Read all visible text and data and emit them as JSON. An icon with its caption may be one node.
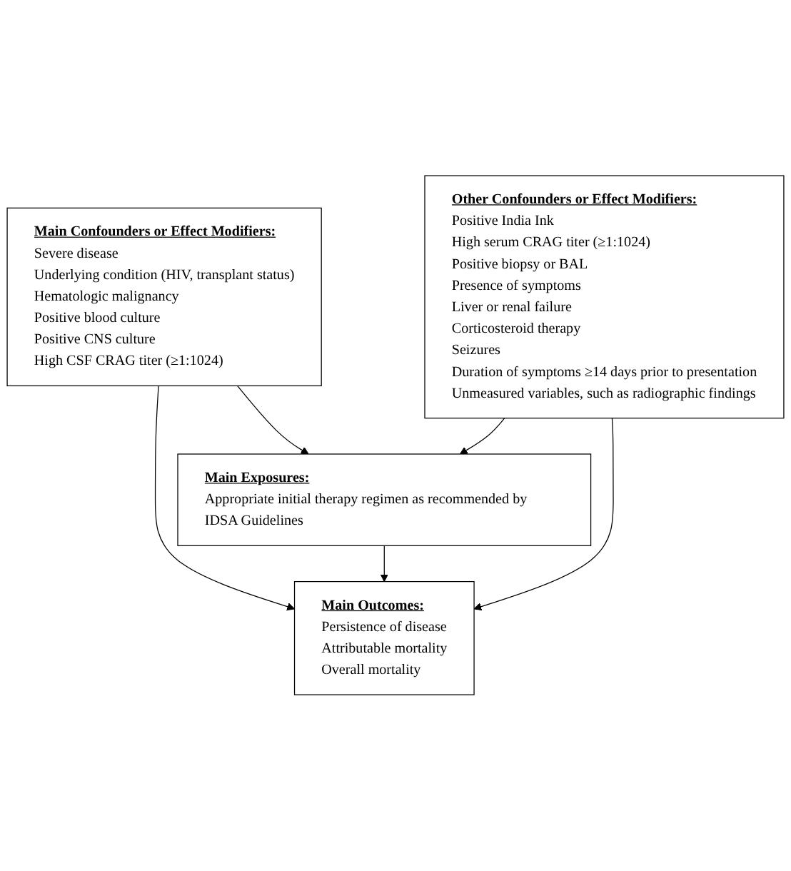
{
  "diagram": {
    "nodes": [
      {
        "text": [
          "Main Confounders or Effect Modifiers:",
          "Severe disease",
          "Underlying condition (HIV, transplant status)",
          "Hematologic malignancy",
          "Positive blood culture",
          "Positive CNS culture",
          "High CSF CRAG titer (≥1:1024)"
        ]
      },
      {
        "text": [
          "Main Exposures:",
          "Appropriate initial therapy regimen as recommended by IDSA Guidelines"
        ]
      },
      {
        "text": [
          "Main Outcomes:",
          "Persistence of disease",
          "Attributable mortality",
          "Overall mortality"
        ]
      },
      {
        "text": [
          "Other Confounders or Effect Modifiers:",
          "Positive India Ink",
          "High serum CRAG titer (≥1:1024)",
          "Positive biopsy or BAL",
          "Presence of symptoms",
          "Liver or renal failure",
          "Corticosteroid therapy",
          "Seizures",
          "Duration of symptoms ≥14 days prior to presentation",
          "Unmeasured variables, such as radiographic findings"
        ]
      }
    ],
    "edges": [
      {
        "from": 0,
        "to": 1,
        "arrow": "to"
      },
      {
        "from": 0,
        "to": 2,
        "arrow": "to"
      },
      {
        "from": 1,
        "to": 2,
        "arrow": "to"
      },
      {
        "from": 3,
        "to": 1,
        "arrow": "to"
      },
      {
        "from": 3,
        "to": 2,
        "arrow": "to"
      }
    ]
  }
}
